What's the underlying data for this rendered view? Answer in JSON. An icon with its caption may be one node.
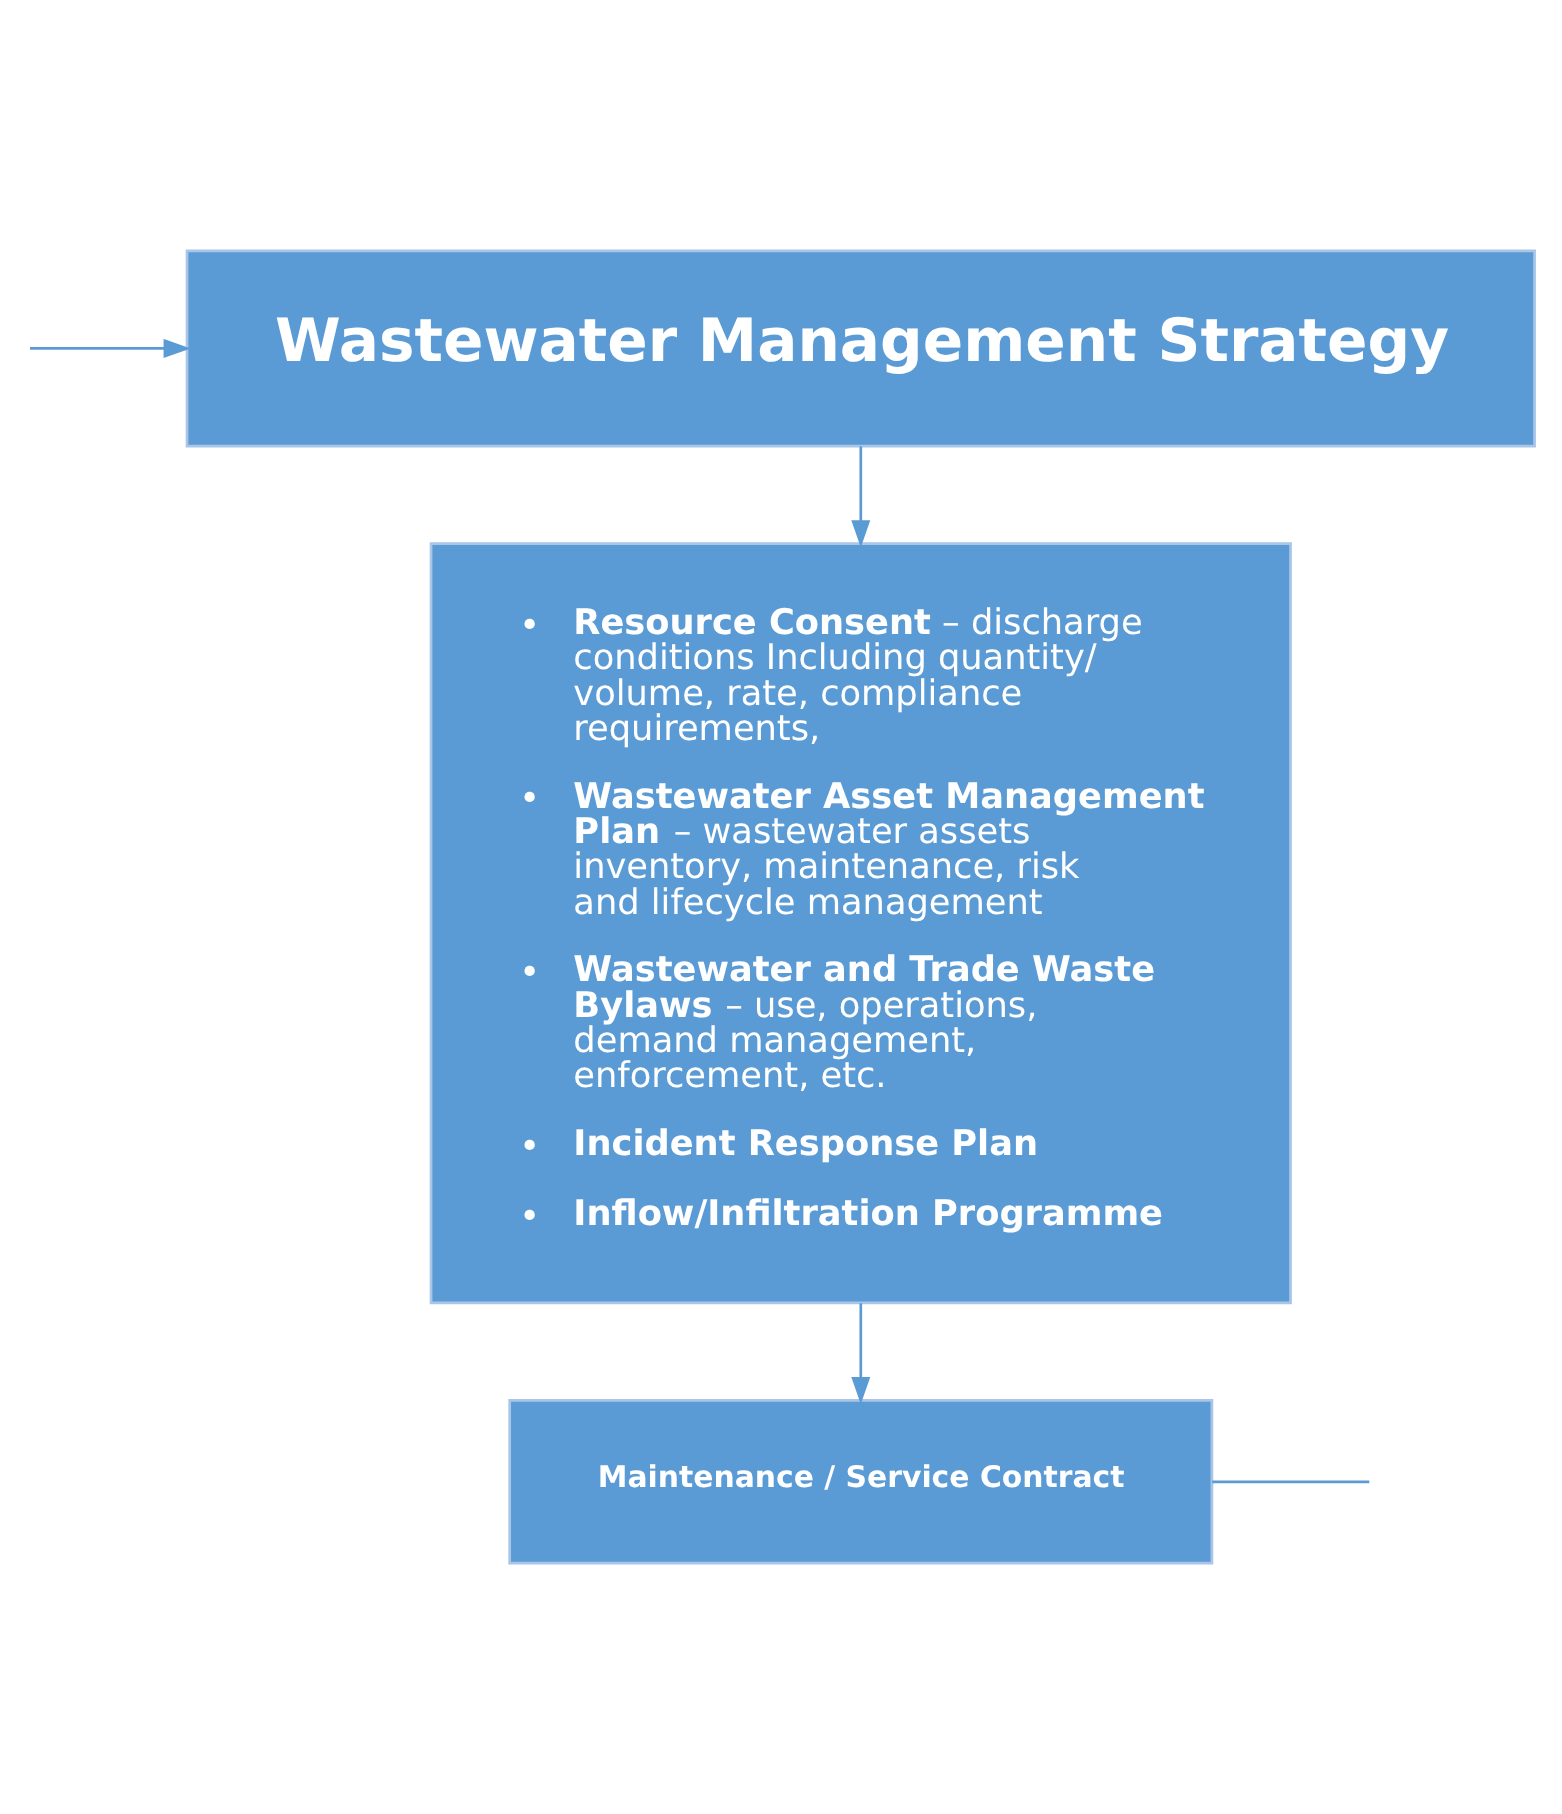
{
  "diagram": {
    "nodes": [
      {
        "text": [
          "Wastewater Management Strategy"
        ]
      },
      {
        "text": [
          "• **Resource Consent** – discharge conditions Including quantity/ volume, rate, compliance requirements,",
          "• **Wastewater Asset Management Plan** – wastewater assets inventory, maintenance, risk and lifecycle management",
          "• **Wastewater and Trade Waste Bylaws** – use, operations, demand management, enforcement, etc.",
          "• **Incident Response Plan**",
          "• **Inflow/Infiltration Programme**"
        ]
      },
      {
        "text": [
          "Maintenance / Service Contract"
        ]
      }
    ],
    "edges": [
      {
        "from": 0,
        "to": 1,
        "arrow": "to"
      },
      {
        "from": 1,
        "to": 2,
        "arrow": "to"
      },
      {
        "from": 2,
        "to": null,
        "arrow": "none"
      },
      {
        "from": null,
        "to": 0,
        "arrow": "to"
      }
    ]
  }
}
